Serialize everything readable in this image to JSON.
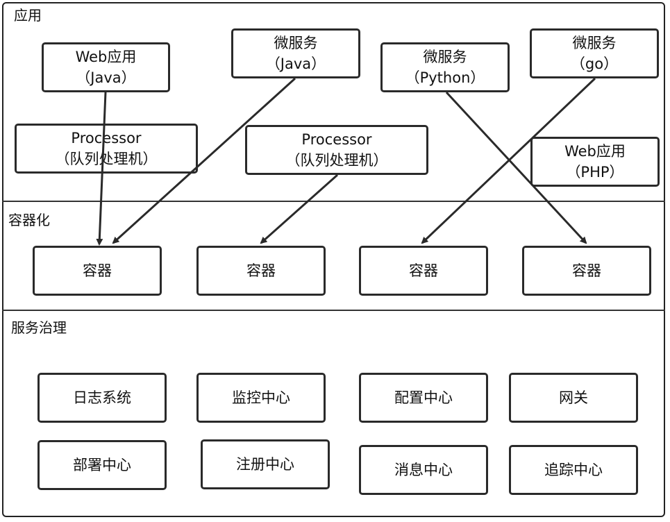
{
  "sections": {
    "app": "应用",
    "container": "容器化",
    "governance": "服务治理"
  },
  "apps": {
    "web_java": {
      "line1": "Web应用",
      "line2": "（Java）"
    },
    "micro_java": {
      "line1": "微服务",
      "line2": "（Java）"
    },
    "micro_python": {
      "line1": "微服务",
      "line2": "（Python）"
    },
    "micro_go": {
      "line1": "微服务",
      "line2": "（go）"
    },
    "processor_1": {
      "line1": "Processor",
      "line2": "（队列处理机）"
    },
    "processor_2": {
      "line1": "Processor",
      "line2": "（队列处理机）"
    },
    "web_php": {
      "line1": "Web应用",
      "line2": "（PHP）"
    }
  },
  "containers": [
    "容器",
    "容器",
    "容器",
    "容器"
  ],
  "governance": [
    "日志系统",
    "监控中心",
    "配置中心",
    "网关",
    "部署中心",
    "注册中心",
    "消息中心",
    "追踪中心"
  ],
  "colors": {
    "stroke": "#2a2a2a",
    "background": "#ffffff"
  }
}
